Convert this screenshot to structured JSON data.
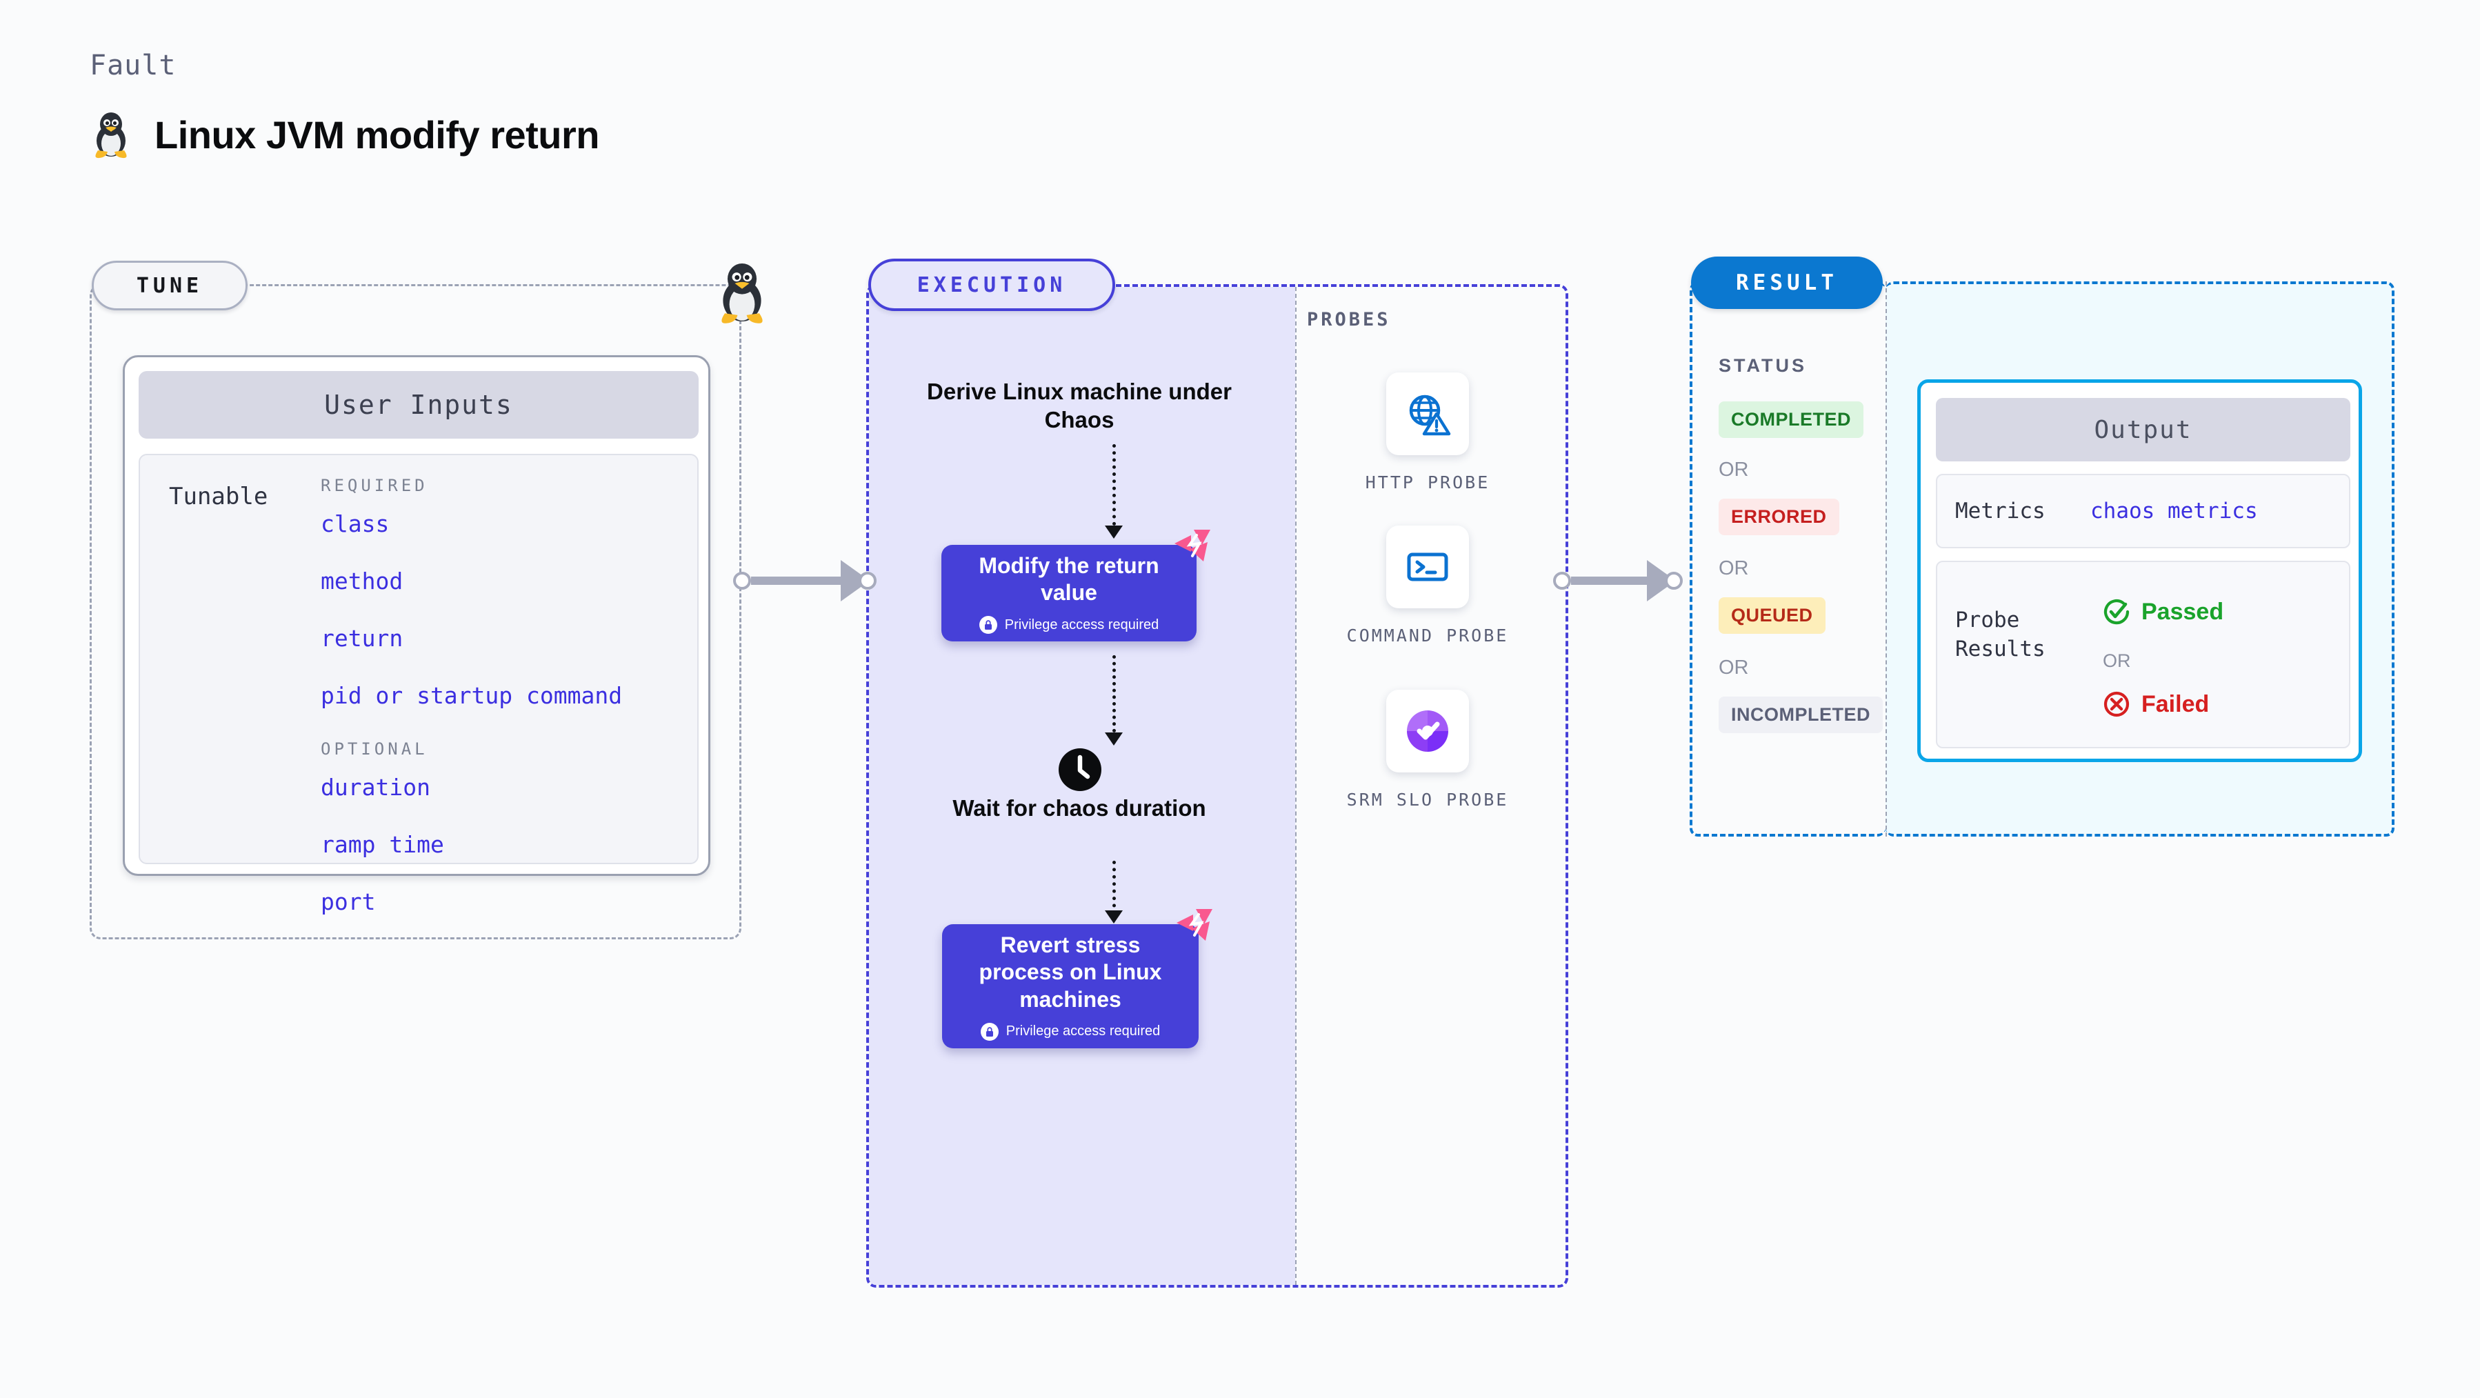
{
  "header": {
    "eyebrow": "Fault",
    "title": "Linux JVM modify return",
    "icon": "linux-penguin-icon"
  },
  "tune": {
    "badge": "TUNE",
    "card_title": "User Inputs",
    "row_label": "Tunable",
    "groups": [
      {
        "title": "REQUIRED",
        "items": [
          "class",
          "method",
          "return",
          "pid or startup command"
        ]
      },
      {
        "title": "OPTIONAL",
        "items": [
          "duration",
          "ramp time",
          "port"
        ]
      }
    ]
  },
  "execution": {
    "badge": "EXECUTION",
    "steps": {
      "derive": "Derive Linux machine under Chaos",
      "modify": "Modify the return value",
      "wait": "Wait for chaos duration",
      "revert": "Revert stress process on Linux machines"
    },
    "privilege_note": "Privilege access required"
  },
  "probes": {
    "label": "PROBES",
    "items": [
      {
        "name": "HTTP PROBE",
        "icon": "globe-warning-icon"
      },
      {
        "name": "COMMAND PROBE",
        "icon": "terminal-icon"
      },
      {
        "name": "SRM SLO PROBE",
        "icon": "slo-donut-check-icon"
      }
    ]
  },
  "result": {
    "badge": "RESULT",
    "status_label": "STATUS",
    "or_label": "OR",
    "statuses": [
      {
        "label": "COMPLETED",
        "color": "#1a7a28",
        "bg": "#dcf5e0"
      },
      {
        "label": "ERRORED",
        "color": "#c51f1f",
        "bg": "#fde9e9"
      },
      {
        "label": "QUEUED",
        "color": "#b52a18",
        "bg": "#fdeeba"
      },
      {
        "label": "INCOMPLETED",
        "color": "#5b6077",
        "bg": "#eff0f5"
      }
    ],
    "output": {
      "title": "Output",
      "metrics_key": "Metrics",
      "metrics_value": "chaos metrics",
      "probe_results_key": "Probe Results",
      "passed": "Passed",
      "failed": "Failed",
      "or_label": "OR"
    }
  },
  "colors": {
    "accent_purple": "#4640d8",
    "accent_blue": "#0b78d0",
    "output_border": "#0aa5e8",
    "pink_mark": "#f9588f"
  }
}
